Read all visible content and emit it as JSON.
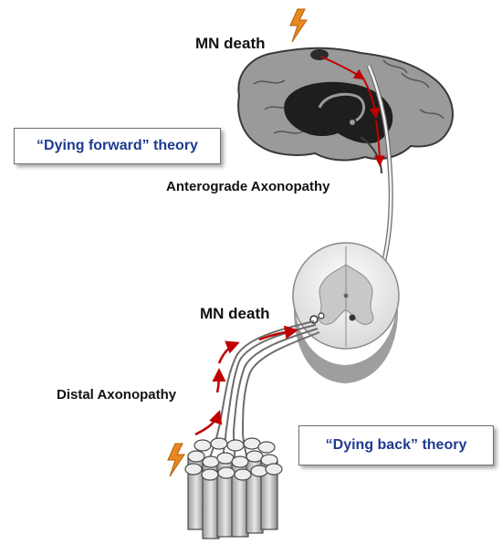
{
  "labels": {
    "mn_death_top": "MN death",
    "anterograde": "Anterograde Axonopathy",
    "mn_death_spinal": "MN death",
    "distal": "Distal Axonopathy"
  },
  "boxes": {
    "dying_forward": "“Dying forward” theory",
    "dying_back": "“Dying back” theory"
  },
  "colors": {
    "arrow": "#c00000",
    "box_text": "#1f3a8f",
    "lightning": "#e8891f",
    "brain_gray": "#8c8c8c",
    "brain_dark": "#2b2b2b"
  },
  "icons": [
    "lightning-icon",
    "brain-illustration",
    "spinal-cord-illustration",
    "muscle-fiber-illustration"
  ]
}
